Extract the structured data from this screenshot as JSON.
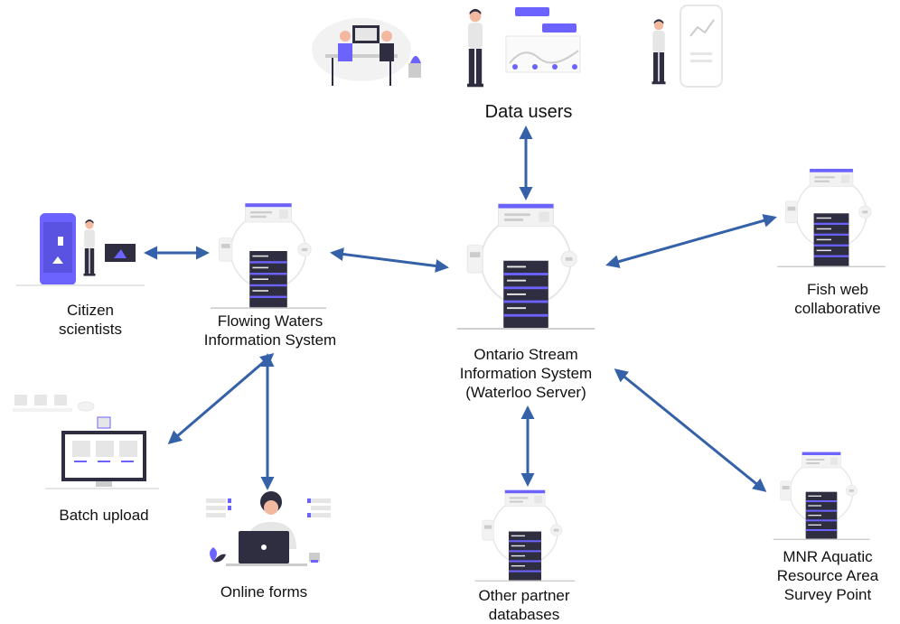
{
  "nodes": {
    "data_users": {
      "lines": [
        "Data users"
      ]
    },
    "citizen_scientists": {
      "lines": [
        "Citizen",
        "scientists"
      ]
    },
    "fwis": {
      "lines": [
        "Flowing Waters",
        "Information System"
      ]
    },
    "osis": {
      "lines": [
        "Ontario Stream",
        "Information System",
        "(Waterloo Server)"
      ]
    },
    "fish_web": {
      "lines": [
        "Fish web",
        "collaborative"
      ]
    },
    "batch_upload": {
      "lines": [
        "Batch upload"
      ]
    },
    "online_forms": {
      "lines": [
        "Online forms"
      ]
    },
    "other_partners": {
      "lines": [
        "Other partner",
        "databases"
      ]
    },
    "mnr": {
      "lines": [
        "MNR Aquatic",
        "Resource Area",
        "Survey Point"
      ]
    }
  },
  "colors": {
    "arrow": "#3561a8",
    "accent": "#6c63ff",
    "server_dark": "#2f2e41",
    "light_gray": "#e6e6e6",
    "mid_gray": "#cccccc",
    "skin": "#f2b9a0",
    "hair": "#2f2e41"
  },
  "icons": [
    "server-icon",
    "people-at-desk-icon",
    "dashboard-icon",
    "phone-icon",
    "monitor-icon",
    "laptop-person-icon",
    "smartphone-user-icon",
    "plant-icon"
  ]
}
